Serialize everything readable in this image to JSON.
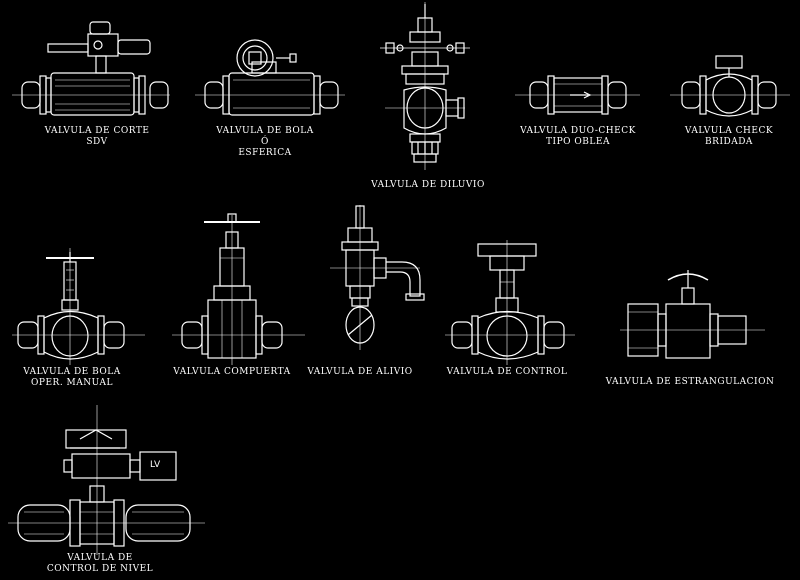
{
  "colors": {
    "background": "#000000",
    "line": "#ffffff"
  },
  "symbols": [
    {
      "id": "sdv",
      "label_lines": [
        "VALVULA DE CORTE",
        "SDV"
      ]
    },
    {
      "id": "bola",
      "label_lines": [
        "VALVULA DE BOLA",
        "Ó",
        "ESFERICA"
      ]
    },
    {
      "id": "diluvio",
      "label_lines": [
        "VALVULA DE DILUVIO"
      ]
    },
    {
      "id": "duo-check",
      "label_lines": [
        "VALVULA DUO-CHECK",
        "TIPO OBLEA"
      ]
    },
    {
      "id": "check",
      "label_lines": [
        "VALVULA CHECK",
        "BRIDADA"
      ]
    },
    {
      "id": "bola-manual",
      "label_lines": [
        "VALVULA DE BOLA",
        "OPER. MANUAL"
      ]
    },
    {
      "id": "compuerta",
      "label_lines": [
        "VALVULA COMPUERTA"
      ]
    },
    {
      "id": "alivio",
      "label_lines": [
        "VALVULA DE ALIVIO"
      ]
    },
    {
      "id": "control",
      "label_lines": [
        "VALVULA DE CONTROL"
      ]
    },
    {
      "id": "estrangulacion",
      "label_lines": [
        "VALVULA DE ESTRANGULACION"
      ]
    },
    {
      "id": "control-nivel",
      "label_lines": [
        "VALVULA DE",
        "CONTROL DE NIVEL"
      ],
      "instrument_tag": "LV"
    }
  ]
}
